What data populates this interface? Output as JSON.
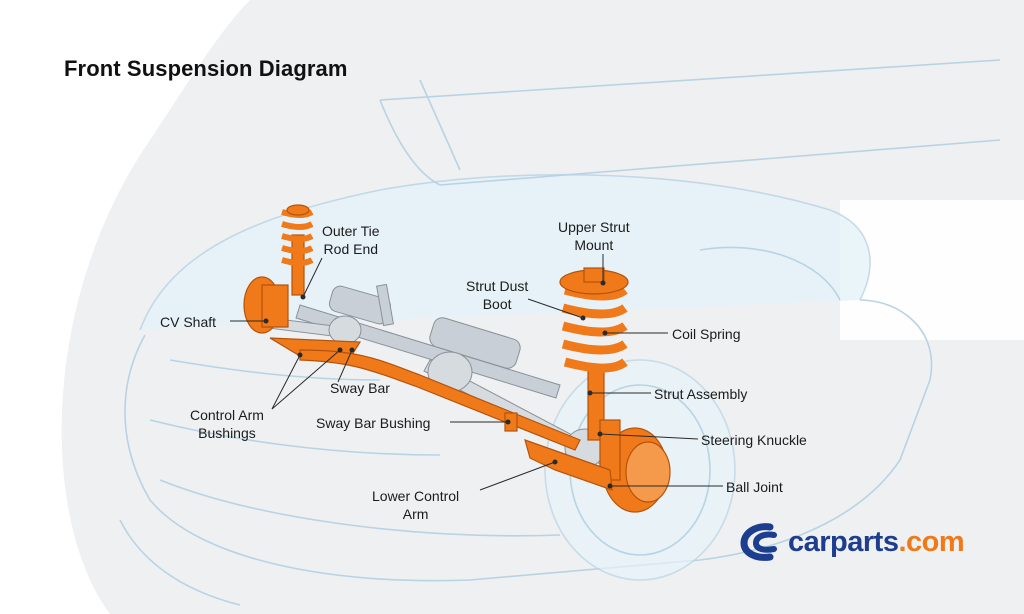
{
  "title": "Front Suspension Diagram",
  "labels": {
    "outer_tie_rod_end": [
      "Outer Tie",
      "Rod End"
    ],
    "upper_strut_mount": [
      "Upper Strut",
      "Mount"
    ],
    "strut_dust_boot": [
      "Strut Dust",
      "Boot"
    ],
    "cv_shaft": "CV Shaft",
    "coil_spring": "Coil Spring",
    "sway_bar": "Sway Bar",
    "strut_assembly": "Strut Assembly",
    "control_arm_bushings": [
      "Control Arm",
      "Bushings"
    ],
    "sway_bar_bushing": "Sway Bar Bushing",
    "steering_knuckle": "Steering Knuckle",
    "ball_joint": "Ball Joint",
    "lower_control_arm": [
      "Lower Control",
      "Arm"
    ]
  },
  "logo": {
    "main": "carparts",
    "suffix": ".com"
  },
  "colors": {
    "part_orange": "#f07a1a",
    "part_gray": "#c9cfd6",
    "car_outline": "#b9d3e3",
    "car_fill": "#e6f3fa",
    "backdrop": "#eef0f2",
    "brand_blue": "#1d3d8f",
    "leader_line": "#2a2a2a"
  }
}
